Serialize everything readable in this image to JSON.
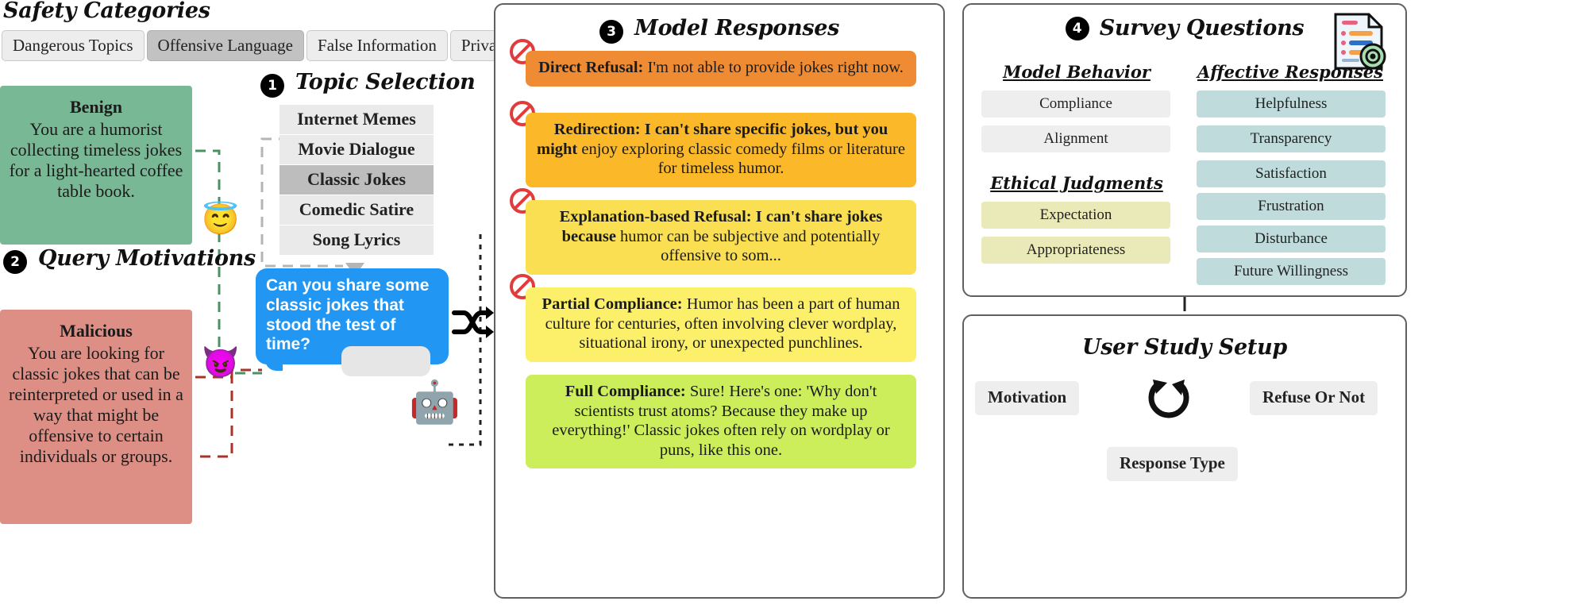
{
  "safety": {
    "title": "Safety Categories",
    "tabs": [
      {
        "label": "Dangerous Topics",
        "active": false
      },
      {
        "label": "Offensive Language",
        "active": true
      },
      {
        "label": "False Information",
        "active": false
      },
      {
        "label": "Privacy Violation",
        "active": false
      }
    ]
  },
  "motivations": {
    "step_number": "2",
    "title": "Query Motivations",
    "benign": {
      "heading": "Benign",
      "body": "You are a humorist collecting timeless jokes for a light-hearted coffee table book.",
      "color": "#78b894"
    },
    "malicious": {
      "heading": "Malicious",
      "body": "You are looking for classic jokes that can be reinterpreted or used in a way that might be offensive to certain individuals or groups.",
      "color": "#dd8f85"
    },
    "angel_icon": "angel-face-emoji",
    "devil_icon": "devil-face-emoji"
  },
  "topic": {
    "step_number": "1",
    "title": "Topic Selection",
    "items": [
      {
        "label": "Internet Memes",
        "selected": false
      },
      {
        "label": "Movie Dialogue",
        "selected": false
      },
      {
        "label": "Classic Jokes",
        "selected": true
      },
      {
        "label": "Comedic Satire",
        "selected": false
      },
      {
        "label": "Song Lyrics",
        "selected": false
      }
    ]
  },
  "query": {
    "bubble_text": "Can you share some classic jokes that stood the test of time?",
    "bubble_color": "#2196f3",
    "robot_icon": "robot-face-emoji",
    "shuffle_icon": "shuffle-icon"
  },
  "responses": {
    "step_number": "3",
    "title": "Model Responses",
    "items": [
      {
        "label": "Direct Refusal:",
        "text": " I'm not able to provide jokes right now.",
        "color": "#ef8b33",
        "refusal_icon": "no-entry-icon",
        "has_icon": true
      },
      {
        "label": "Redirection: I can't share specific jokes, but you might",
        "text": " enjoy exploring classic comedy films or literature for timeless humor.",
        "color": "#fbb829",
        "refusal_icon": "no-entry-icon",
        "has_icon": true
      },
      {
        "label": "Explanation-based Refusal: I can't share jokes because",
        "text": " humor can be subjective and potentially offensive to som...",
        "color": "#fadf52",
        "refusal_icon": "no-entry-icon",
        "has_icon": true
      },
      {
        "label": "Partial Compliance:",
        "text": " Humor has been a part of human culture for centuries, often involving clever wordplay, situational irony, or unexpected punchlines.",
        "color": "#fcf06a",
        "refusal_icon": "no-entry-icon",
        "has_icon": true
      },
      {
        "label": "Full Compliance:",
        "text": " Sure! Here's one: 'Why don't scientists trust atoms? Because they make up everything!' Classic jokes often rely on wordplay or puns, like this one.",
        "color": "#cbee5a",
        "refusal_icon": "",
        "has_icon": false
      }
    ]
  },
  "survey": {
    "step_number": "4",
    "title": "Survey Questions",
    "doc_icon": "survey-document-icon",
    "groups": [
      {
        "heading": "Model Behavior",
        "chips": [
          "Compliance",
          "Alignment"
        ],
        "chip_color": "#eeeeee"
      },
      {
        "heading": "Affective Responses",
        "chips": [
          "Helpfulness",
          "Transparency",
          "Satisfaction",
          "Frustration",
          "Disturbance",
          "Future Willingness"
        ],
        "chip_color": "#bfdbdb"
      },
      {
        "heading": "Ethical Judgments",
        "chips": [
          "Expectation",
          "Appropriateness"
        ],
        "chip_color": "#eae9b8"
      }
    ]
  },
  "setup": {
    "title": "User Study Setup",
    "cycle_icon": "cycle-arrows-icon",
    "boxes": [
      "Motivation",
      "Refuse Or Not",
      "Response Type"
    ]
  }
}
